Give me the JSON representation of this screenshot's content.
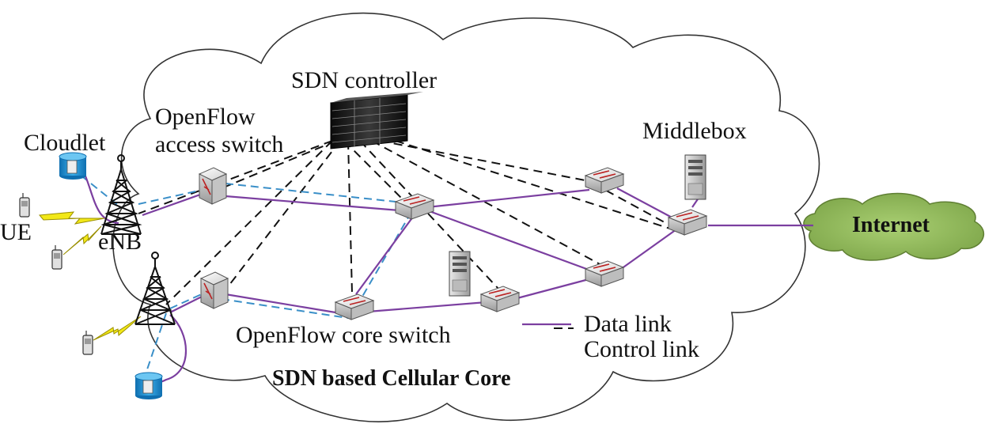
{
  "labels": {
    "sdn_controller": "SDN controller",
    "openflow_access_switch_line1": "OpenFlow",
    "openflow_access_switch_line2": "access switch",
    "cloudlet": "Cloudlet",
    "middlebox": "Middlebox",
    "ue": "UE",
    "enb": "eNB",
    "internet": "Internet",
    "openflow_core_switch": "OpenFlow core switch",
    "data_link": "Data link",
    "control_link": "Control link",
    "cellular_core": "SDN based Cellular Core"
  },
  "colors": {
    "data_link": "#7b3fa0",
    "control_link": "#111111",
    "cloudlet_link": "#3a8fc8",
    "internet_cloud": "#8db55a",
    "cloudlet_cylinder": "#1e90d0"
  },
  "icons": {
    "controller": "server-rack-icon",
    "switch": "openflow-switch-icon",
    "tower": "cell-tower-icon",
    "phone": "mobile-phone-icon",
    "middlebox": "server-tower-icon",
    "cloudlet": "cloudlet-cylinder-icon",
    "wireless": "lightning-bolt-icon"
  }
}
